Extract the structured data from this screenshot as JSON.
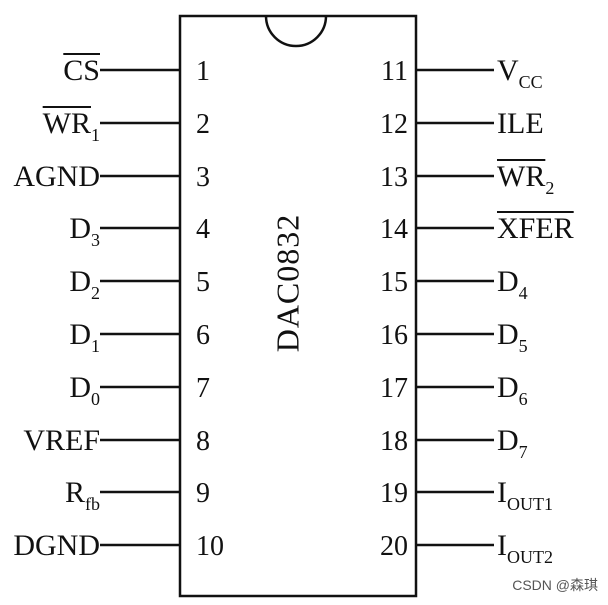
{
  "chip": {
    "name": "DAC0832"
  },
  "pins": [
    {
      "number": "1",
      "name": "CS",
      "sub": "",
      "overline": true
    },
    {
      "number": "2",
      "name": "WR",
      "sub": "1",
      "overline": true
    },
    {
      "number": "3",
      "name": "AGND",
      "sub": "",
      "overline": false
    },
    {
      "number": "4",
      "name": "D",
      "sub": "3",
      "overline": false
    },
    {
      "number": "5",
      "name": "D",
      "sub": "2",
      "overline": false
    },
    {
      "number": "6",
      "name": "D",
      "sub": "1",
      "overline": false
    },
    {
      "number": "7",
      "name": "D",
      "sub": "0",
      "overline": false
    },
    {
      "number": "8",
      "name": "VREF",
      "sub": "",
      "overline": false
    },
    {
      "number": "9",
      "name": "R",
      "sub": "fb",
      "overline": false
    },
    {
      "number": "10",
      "name": "DGND",
      "sub": "",
      "overline": false
    },
    {
      "number": "11",
      "name": "V",
      "sub": "CC",
      "overline": false
    },
    {
      "number": "12",
      "name": "ILE",
      "sub": "",
      "overline": false
    },
    {
      "number": "13",
      "name": "WR",
      "sub": "2",
      "overline": true
    },
    {
      "number": "14",
      "name": "XFER",
      "sub": "",
      "overline": true
    },
    {
      "number": "15",
      "name": "D",
      "sub": "4",
      "overline": false
    },
    {
      "number": "16",
      "name": "D",
      "sub": "5",
      "overline": false
    },
    {
      "number": "17",
      "name": "D",
      "sub": "6",
      "overline": false
    },
    {
      "number": "18",
      "name": "D",
      "sub": "7",
      "overline": false
    },
    {
      "number": "19",
      "name": "I",
      "sub": "OUT1",
      "overline": false
    },
    {
      "number": "20",
      "name": "I",
      "sub": "OUT2",
      "overline": false
    }
  ],
  "watermark": "CSDN @森琪"
}
